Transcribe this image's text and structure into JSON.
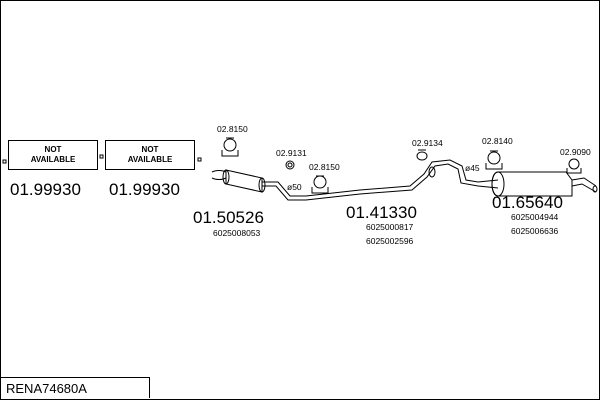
{
  "reference": "RENA74680A",
  "not_available": [
    {
      "line1": "NOT",
      "line2": "AVAILABLE",
      "part": "01.99930"
    },
    {
      "line1": "NOT",
      "line2": "AVAILABLE",
      "part": "01.99930"
    }
  ],
  "sections": [
    {
      "part": "01.50526",
      "oem": [
        "6025008053"
      ]
    },
    {
      "part": "01.41330",
      "oem": [
        "6025000817",
        "6025002596"
      ]
    },
    {
      "part": "01.65640",
      "oem": [
        "6025004944",
        "6025006636"
      ]
    }
  ],
  "fittings": [
    {
      "code": "02.8150"
    },
    {
      "code": "02.9131"
    },
    {
      "code": "02.8150"
    },
    {
      "code": "02.9134"
    },
    {
      "code": "02.8140"
    },
    {
      "code": "02.9090"
    }
  ],
  "diameters": [
    "ø50",
    "ø45"
  ]
}
